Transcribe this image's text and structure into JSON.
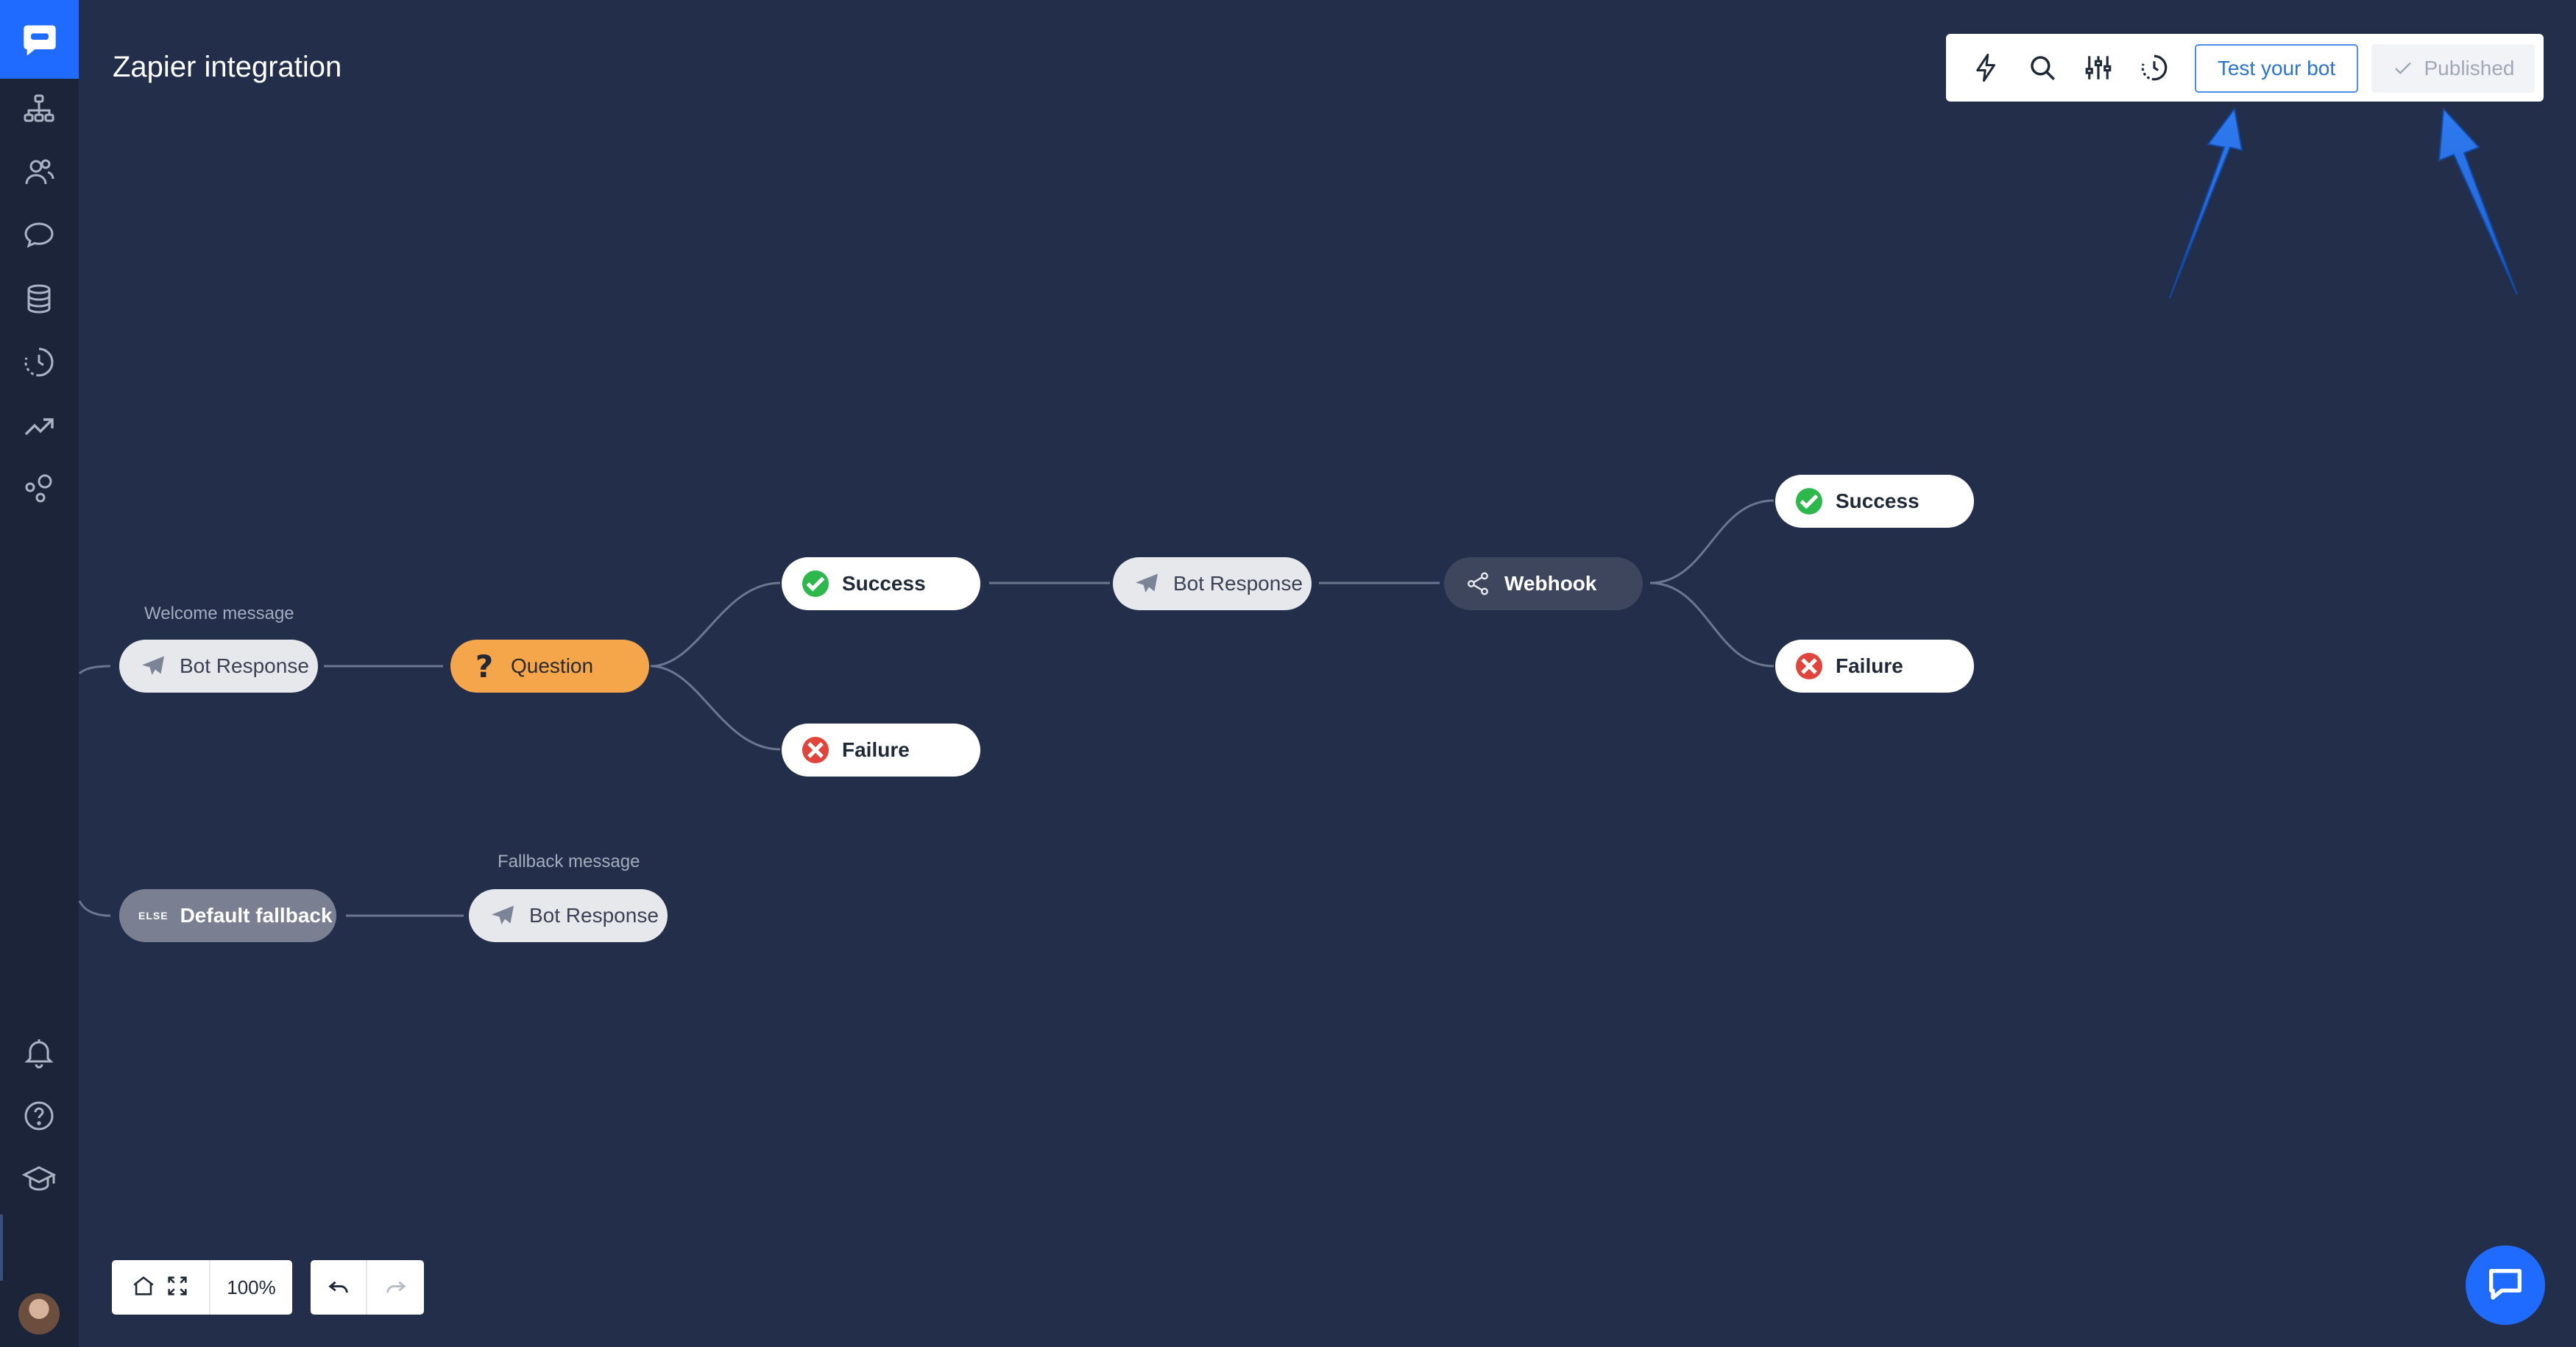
{
  "page": {
    "title": "Zapier integration"
  },
  "toolbar": {
    "test_label": "Test your bot",
    "published_label": "Published"
  },
  "canvas": {
    "welcome_label": "Welcome message",
    "fallback_label": "Fallback message",
    "nodes": {
      "bot_response_1": "Bot Response",
      "question": "Question",
      "success_1": "Success",
      "failure_1": "Failure",
      "bot_response_2": "Bot Response",
      "webhook": "Webhook",
      "success_2": "Success",
      "failure_2": "Failure",
      "default_fallback": "Default fallback",
      "else_tag": "ELSE",
      "bot_response_3": "Bot Response"
    }
  },
  "controls": {
    "zoom": "100%"
  },
  "colors": {
    "accent": "#1f6bff",
    "question": "#f5a54a",
    "success": "#2db84c",
    "failure": "#e0443a"
  }
}
